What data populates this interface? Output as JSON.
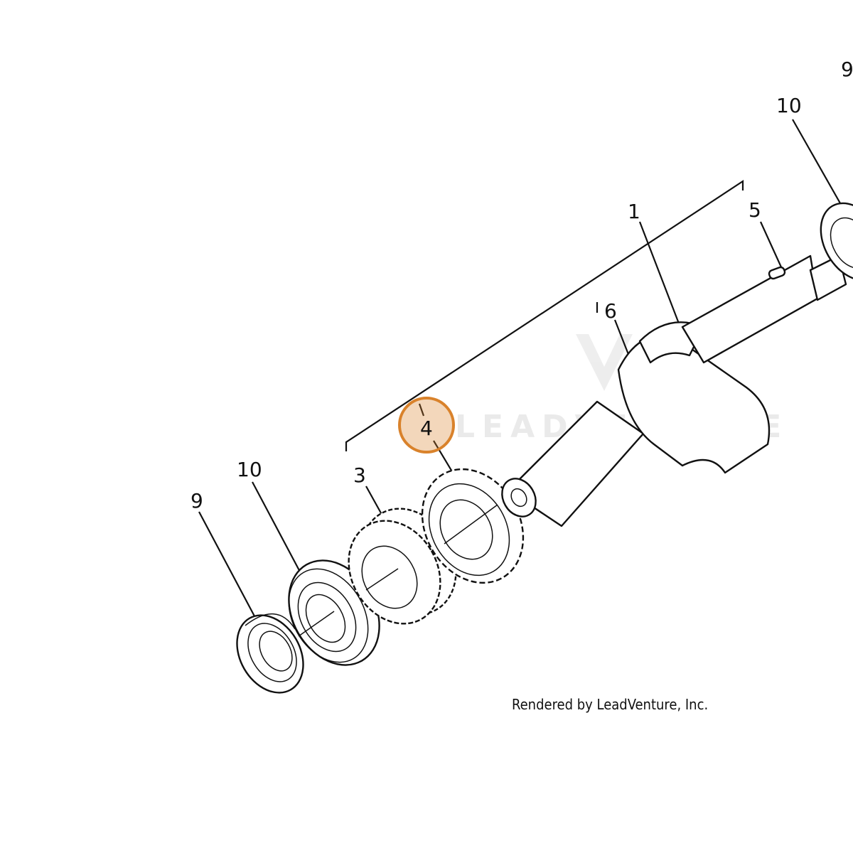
{
  "callouts": {
    "c1": "1",
    "c3": "3",
    "c4": "4",
    "c5": "5",
    "c6": "6",
    "c9_left": "9",
    "c10_left": "10",
    "c9_right": "9",
    "c10_right": "10"
  },
  "highlight": {
    "label": "4",
    "color": "#d9822b"
  },
  "watermark": "LEADVENTURE",
  "credit": "Rendered by LeadVenture, Inc."
}
